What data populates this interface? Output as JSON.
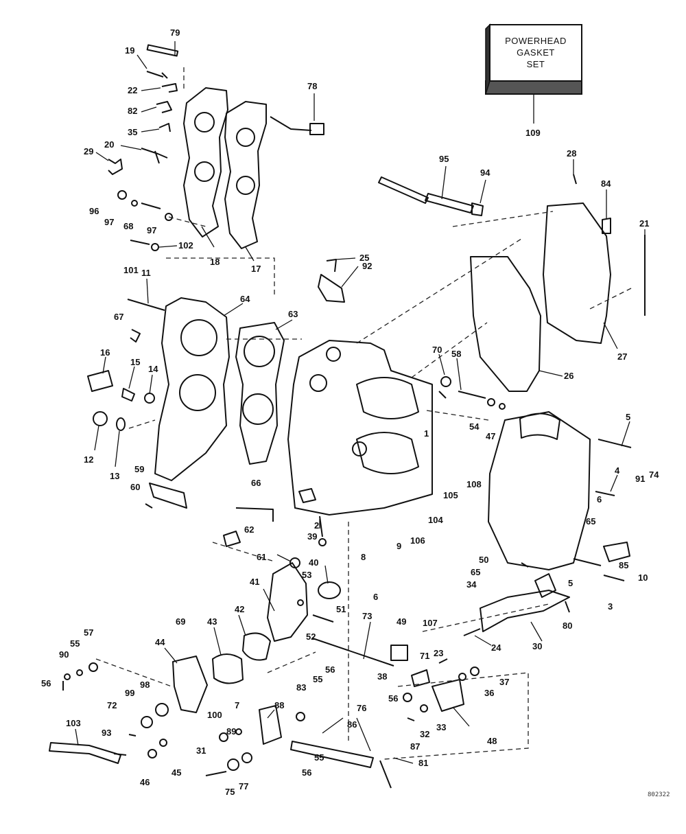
{
  "gasket_set_box": {
    "lines": [
      "POWERHEAD",
      "GASKET",
      "SET"
    ],
    "callout": "109"
  },
  "drawing_code": "802322",
  "callouts": [
    "79",
    "19",
    "22",
    "82",
    "35",
    "20",
    "29",
    "96",
    "97",
    "68",
    "97",
    "101",
    "102",
    "18",
    "17",
    "78",
    "11",
    "67",
    "64",
    "16",
    "15",
    "14",
    "12",
    "13",
    "63",
    "59",
    "60",
    "66",
    "62",
    "25",
    "92",
    "95",
    "94",
    "28",
    "84",
    "21",
    "27",
    "26",
    "70",
    "58",
    "54",
    "47",
    "1",
    "5",
    "4",
    "91",
    "74",
    "105",
    "108",
    "104",
    "6",
    "65",
    "85",
    "10",
    "2",
    "39",
    "61",
    "40",
    "8",
    "9",
    "106",
    "6",
    "50",
    "65",
    "34",
    "5",
    "3",
    "53",
    "41",
    "51",
    "52",
    "42",
    "43",
    "69",
    "44",
    "57",
    "55",
    "90",
    "56",
    "98",
    "99",
    "72",
    "103",
    "93",
    "73",
    "49",
    "23",
    "55",
    "56",
    "71",
    "37",
    "38",
    "36",
    "30",
    "24",
    "80",
    "107",
    "88",
    "83",
    "7",
    "100",
    "89",
    "76",
    "86",
    "56",
    "33",
    "32",
    "48",
    "87",
    "31",
    "75",
    "77",
    "55",
    "56",
    "81",
    "46",
    "45"
  ]
}
